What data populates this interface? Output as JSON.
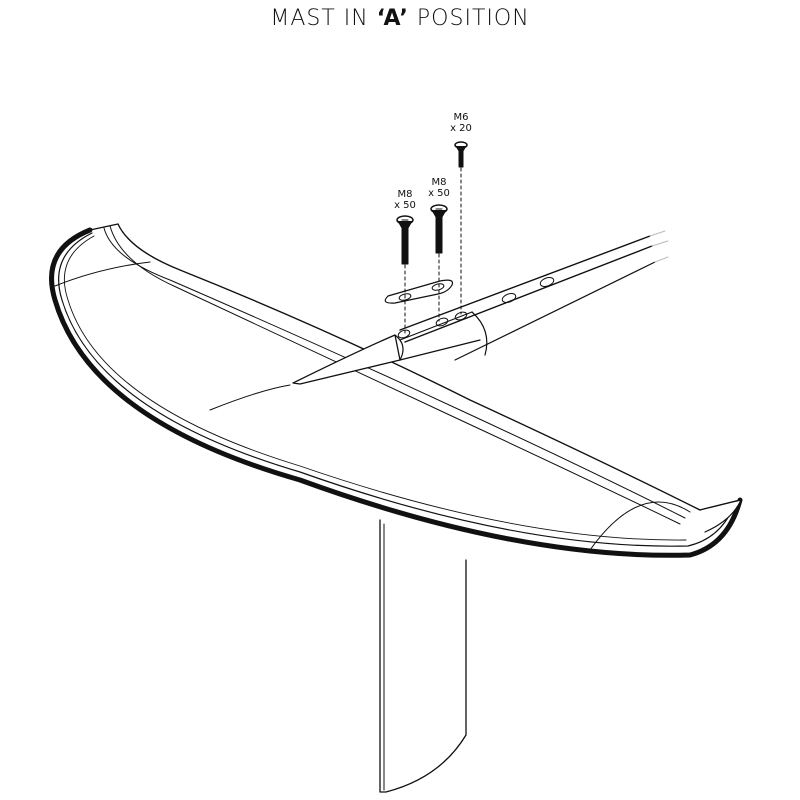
{
  "title": {
    "prefix": "MAST IN ",
    "emphasis": "‘A’",
    "suffix": " POSITION"
  },
  "screws": [
    {
      "id": "front-left",
      "size": "M8",
      "length": "x 50"
    },
    {
      "id": "front-right",
      "size": "M8",
      "length": "x 50"
    },
    {
      "id": "top",
      "size": "M6",
      "length": "x 20"
    }
  ],
  "parts": {
    "wing": "front-wing",
    "fuselage": "fuselage",
    "mast": "mast",
    "shim_plate": "shim-plate"
  },
  "colors": {
    "line": "#111111",
    "background": "#ffffff"
  }
}
